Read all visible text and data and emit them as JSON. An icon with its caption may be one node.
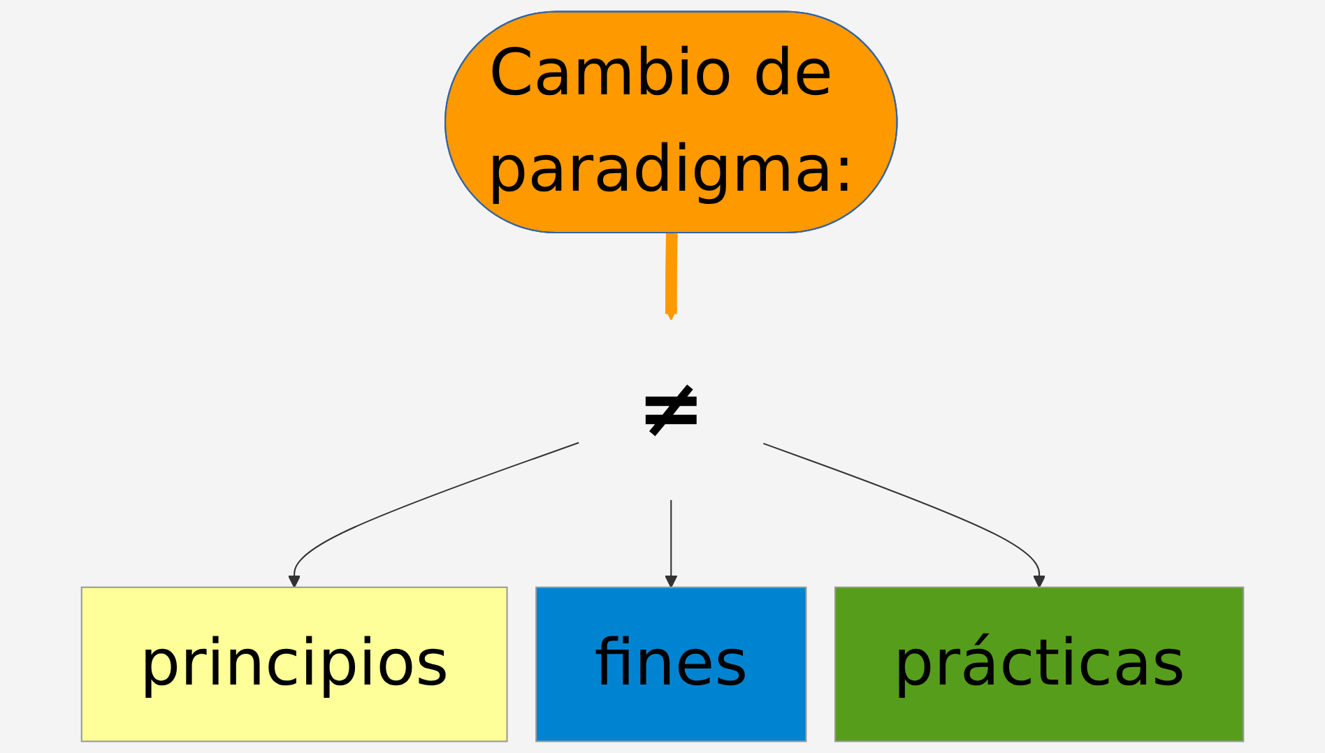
{
  "diagram": {
    "nodes": [
      {
        "text": [
          "Cambio de paradigma:"
        ]
      },
      {
        "text": [
          "≠"
        ]
      },
      {
        "text": [
          "principios"
        ]
      },
      {
        "text": [
          "fines"
        ]
      },
      {
        "text": [
          "prácticas"
        ]
      }
    ],
    "edges": [
      {
        "from": 0,
        "to": 1,
        "arrow": "to",
        "style": "thick",
        "color": "#ff9900"
      },
      {
        "from": 1,
        "to": 2,
        "arrow": "to"
      },
      {
        "from": 1,
        "to": 3,
        "arrow": "to"
      },
      {
        "from": 1,
        "to": 4,
        "arrow": "to"
      }
    ]
  }
}
